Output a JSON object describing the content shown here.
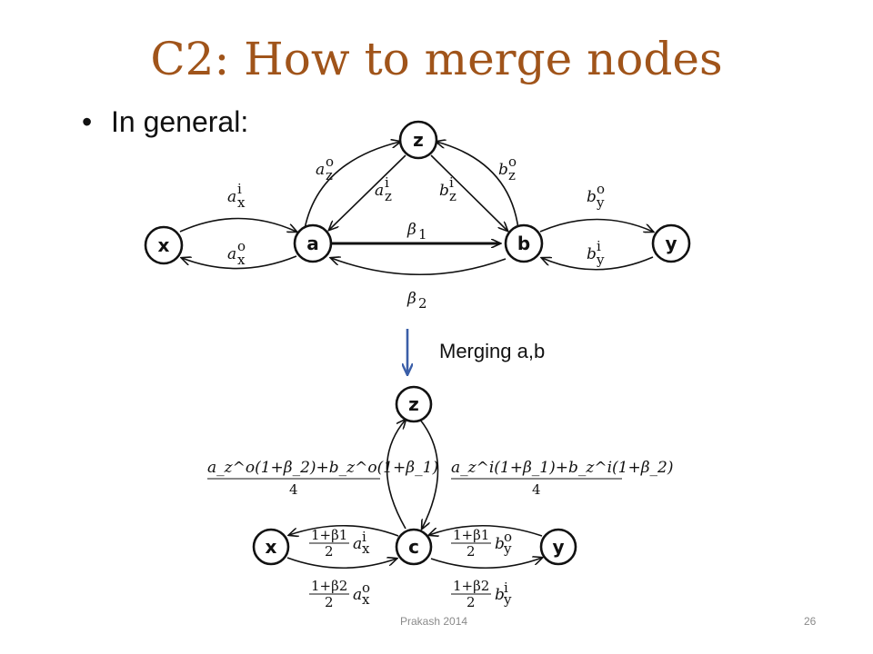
{
  "slide": {
    "title": "C2: How to merge nodes",
    "bullet": "In general:",
    "merge_label": "Merging a,b",
    "footer_author": "Prakash 2014",
    "page_number": "26"
  },
  "diagram": {
    "nodes": {
      "top": [
        "x",
        "a",
        "z",
        "b",
        "y"
      ],
      "bottom": [
        "z",
        "x",
        "c",
        "y"
      ]
    },
    "top_labels": {
      "a_x_i": {
        "base": "a",
        "sub": "x",
        "sup": "i"
      },
      "a_x_o": {
        "base": "a",
        "sub": "x",
        "sup": "o"
      },
      "a_z_o": {
        "base": "a",
        "sub": "z",
        "sup": "o"
      },
      "a_z_i": {
        "base": "a",
        "sub": "z",
        "sup": "i"
      },
      "b_z_o": {
        "base": "b",
        "sub": "z",
        "sup": "o"
      },
      "b_z_i": {
        "base": "b",
        "sub": "z",
        "sup": "i"
      },
      "b_y_o": {
        "base": "b",
        "sub": "y",
        "sup": "o"
      },
      "b_y_i": {
        "base": "b",
        "sub": "y",
        "sup": "i"
      },
      "beta1": {
        "base": "β",
        "sub": "1"
      },
      "beta2": {
        "base": "β",
        "sub": "2"
      }
    },
    "bottom_labels": {
      "zc_left_num": "a_z^o(1+β_2)+b_z^o(1+β_1)",
      "zc_left_den": "4",
      "zc_right_num": "a_z^i(1+β_1)+b_z^i(1+β_2)",
      "zc_right_den": "4",
      "xc_top": {
        "num": "1+β1",
        "den": "2",
        "term": "a",
        "sub": "x",
        "sup": "i"
      },
      "xc_bot": {
        "num": "1+β2",
        "den": "2",
        "term": "a",
        "sub": "x",
        "sup": "o"
      },
      "cy_top": {
        "num": "1+β1",
        "den": "2",
        "term": "b",
        "sub": "y",
        "sup": "o"
      },
      "cy_bot": {
        "num": "1+β2",
        "den": "2",
        "term": "b",
        "sub": "y",
        "sup": "i"
      }
    },
    "colors": {
      "title": "#a0541a",
      "merge_arrow": "#3a5ea8",
      "ink": "#111111"
    }
  }
}
